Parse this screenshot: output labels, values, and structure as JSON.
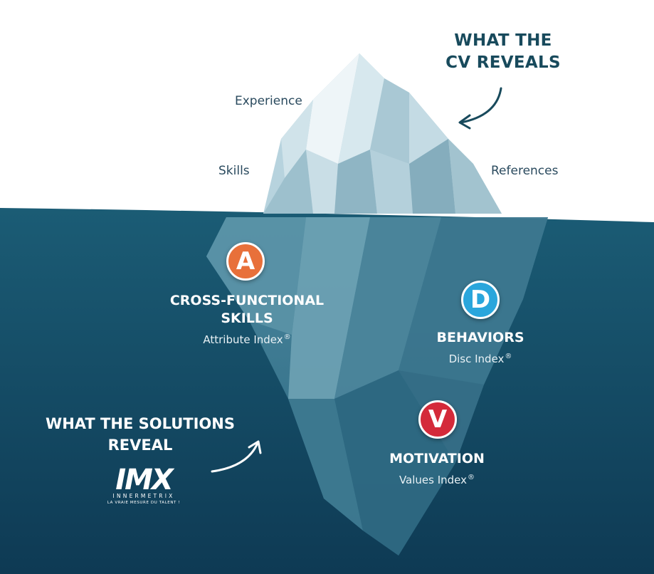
{
  "above": {
    "heading_line1": "WHAT THE",
    "heading_line2": "CV REVEALS",
    "items": [
      "Experience",
      "Skills",
      "References"
    ]
  },
  "below": {
    "heading_line1": "WHAT THE SOLUTIONS",
    "heading_line2": "REVEAL",
    "sections": [
      {
        "letter": "A",
        "title_line1": "CROSS-FUNCTIONAL",
        "title_line2": "SKILLS",
        "index": "Attribute Index",
        "mark": "®",
        "color": "#e8703a"
      },
      {
        "letter": "D",
        "title_line1": "BEHAVIORS",
        "index": "Disc Index",
        "mark": "®",
        "color": "#2aa6dc"
      },
      {
        "letter": "V",
        "title_line1": "MOTIVATION",
        "index": "Values Index",
        "mark": "®",
        "color": "#d42a3a"
      }
    ]
  },
  "logo": {
    "mark": "IMX",
    "name": "INNERMETRIX",
    "tagline": "LA VRAIE MESURE DU TALENT !"
  },
  "colors": {
    "sea_top": "#1a5a73",
    "sea_bottom": "#0f3d57",
    "ice_light": "#e4eff3",
    "ice_mid": "#a8c9d5",
    "ice_dark": "#6e9fb1",
    "heading_dark": "#184a5c"
  }
}
